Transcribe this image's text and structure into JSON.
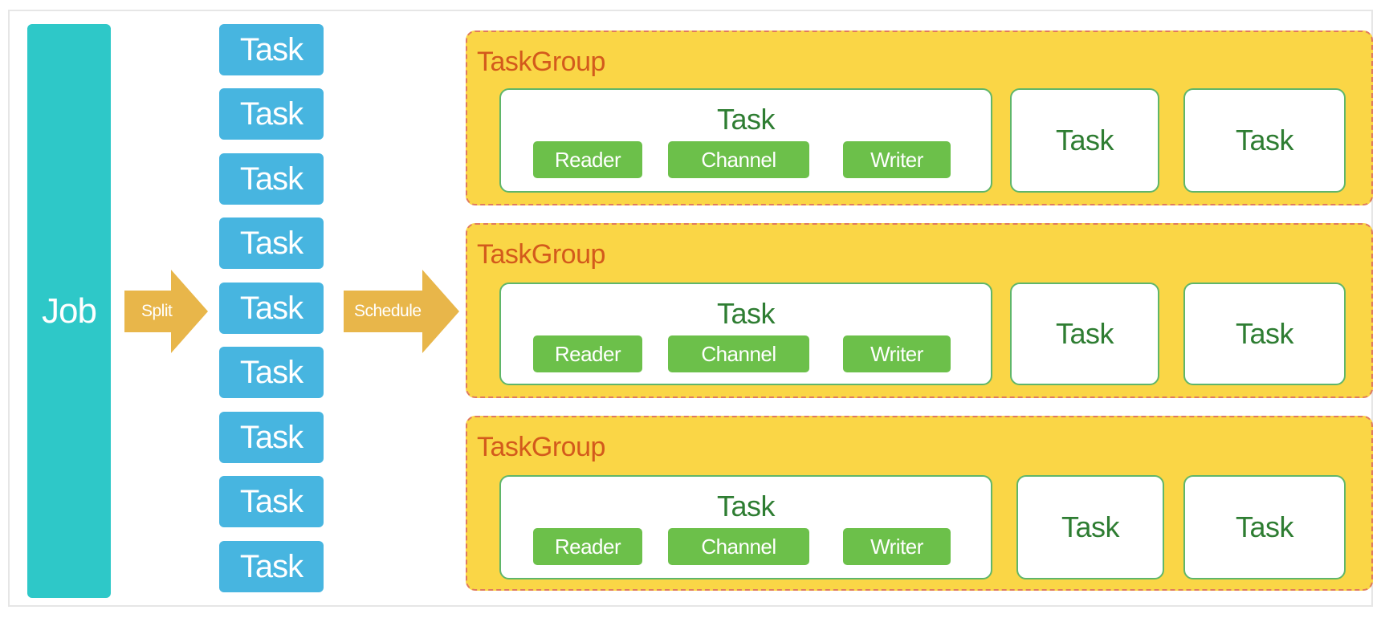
{
  "job": {
    "label": "Job"
  },
  "split_arrow": {
    "label": "Split"
  },
  "schedule_arrow": {
    "label": "Schedule"
  },
  "tasks": [
    "Task",
    "Task",
    "Task",
    "Task",
    "Task",
    "Task",
    "Task",
    "Task",
    "Task"
  ],
  "task_groups": [
    {
      "title": "TaskGroup",
      "main_task": {
        "label": "Task",
        "reader": "Reader",
        "channel": "Channel",
        "writer": "Writer"
      },
      "extra_tasks": [
        "Task",
        "Task"
      ]
    },
    {
      "title": "TaskGroup",
      "main_task": {
        "label": "Task",
        "reader": "Reader",
        "channel": "Channel",
        "writer": "Writer"
      },
      "extra_tasks": [
        "Task",
        "Task"
      ]
    },
    {
      "title": "TaskGroup",
      "main_task": {
        "label": "Task",
        "reader": "Reader",
        "channel": "Channel",
        "writer": "Writer"
      },
      "extra_tasks": [
        "Task",
        "Task"
      ]
    }
  ],
  "colors": {
    "job": "#2ec8c8",
    "task": "#47b5e0",
    "arrow": "#e8b64a",
    "group_fill": "#fad646",
    "group_border": "#e07b5e",
    "group_title": "#d35a1c",
    "chip": "#6cc04a",
    "card_text": "#2e7d32"
  }
}
